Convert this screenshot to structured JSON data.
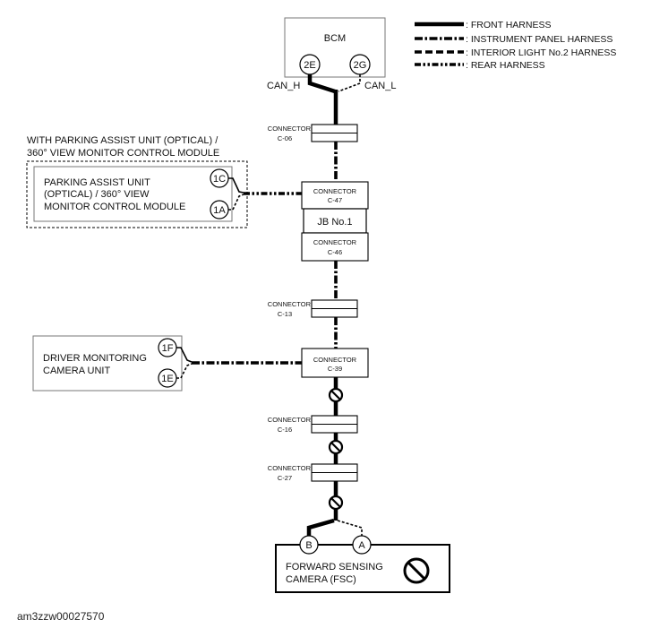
{
  "legend": [
    {
      "label": ": FRONT HARNESS",
      "style": "front"
    },
    {
      "label": ": INSTRUMENT PANEL HARNESS",
      "style": "ip"
    },
    {
      "label": ": INTERIOR LIGHT No.2 HARNESS",
      "style": "il2"
    },
    {
      "label": ": REAR HARNESS",
      "style": "rear"
    }
  ],
  "bcm": {
    "label": "BCM",
    "pin_left": "2E",
    "pin_right": "2G",
    "can_h": "CAN_H",
    "can_l": "CAN_L"
  },
  "connectors": {
    "c06": {
      "word": "CONNECTOR",
      "code": "C-06"
    },
    "c47": {
      "word": "CONNECTOR",
      "code": "C-47"
    },
    "jb": {
      "label": "JB No.1"
    },
    "c46": {
      "word": "CONNECTOR",
      "code": "C-46"
    },
    "c13": {
      "word": "CONNECTOR",
      "code": "C-13"
    },
    "c39": {
      "word": "CONNECTOR",
      "code": "C-39"
    },
    "c16": {
      "word": "CONNECTOR",
      "code": "C-16"
    },
    "c27": {
      "word": "CONNECTOR",
      "code": "C-27"
    }
  },
  "parking": {
    "caption_line1": "WITH PARKING ASSIST UNIT (OPTICAL) /",
    "caption_line2": "360° VIEW MONITOR CONTROL MODULE",
    "line1": "PARKING ASSIST UNIT",
    "line2": "(OPTICAL) / 360° VIEW",
    "line3": "MONITOR CONTROL MODULE",
    "pin_top": "1C",
    "pin_bottom": "1A"
  },
  "driver": {
    "line1": "DRIVER MONITORING",
    "line2": "CAMERA UNIT",
    "pin_top": "1F",
    "pin_bottom": "1E"
  },
  "fsc": {
    "line1": "FORWARD SENSING",
    "line2": "CAMERA (FSC)",
    "pin_left": "B",
    "pin_right": "A"
  },
  "footer": {
    "code": "am3zzw00027570"
  }
}
